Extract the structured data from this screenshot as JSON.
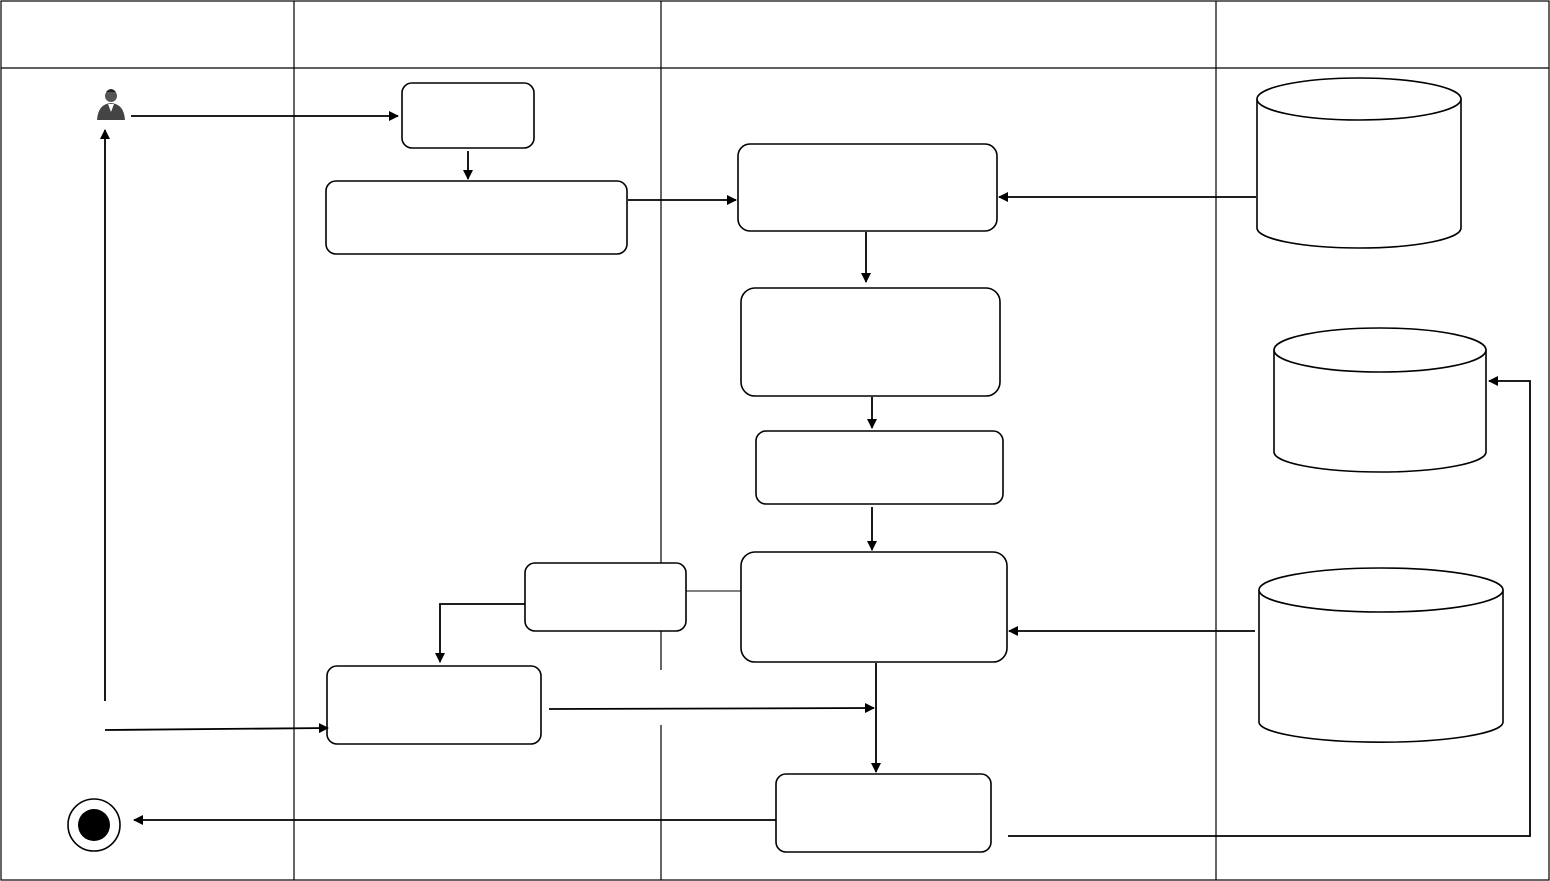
{
  "diagram": {
    "lanes": [
      {
        "id": "lane-1",
        "title": ""
      },
      {
        "id": "lane-2",
        "title": ""
      },
      {
        "id": "lane-3",
        "title": ""
      },
      {
        "id": "lane-4",
        "title": ""
      }
    ],
    "nodes": [
      {
        "id": "actor",
        "kind": "actor-icon",
        "label": ""
      },
      {
        "id": "n1",
        "kind": "activity",
        "label": ""
      },
      {
        "id": "n2",
        "kind": "activity",
        "label": ""
      },
      {
        "id": "n3",
        "kind": "activity",
        "label": ""
      },
      {
        "id": "n4",
        "kind": "activity",
        "label": ""
      },
      {
        "id": "n5",
        "kind": "activity",
        "label": ""
      },
      {
        "id": "n6",
        "kind": "activity",
        "label": ""
      },
      {
        "id": "n7",
        "kind": "activity",
        "label": ""
      },
      {
        "id": "n8",
        "kind": "activity",
        "label": ""
      },
      {
        "id": "n9",
        "kind": "activity",
        "label": ""
      },
      {
        "id": "db1",
        "kind": "datastore",
        "label": ""
      },
      {
        "id": "db2",
        "kind": "datastore",
        "label": ""
      },
      {
        "id": "db3",
        "kind": "datastore",
        "label": ""
      },
      {
        "id": "end",
        "kind": "final-node",
        "label": ""
      }
    ]
  }
}
